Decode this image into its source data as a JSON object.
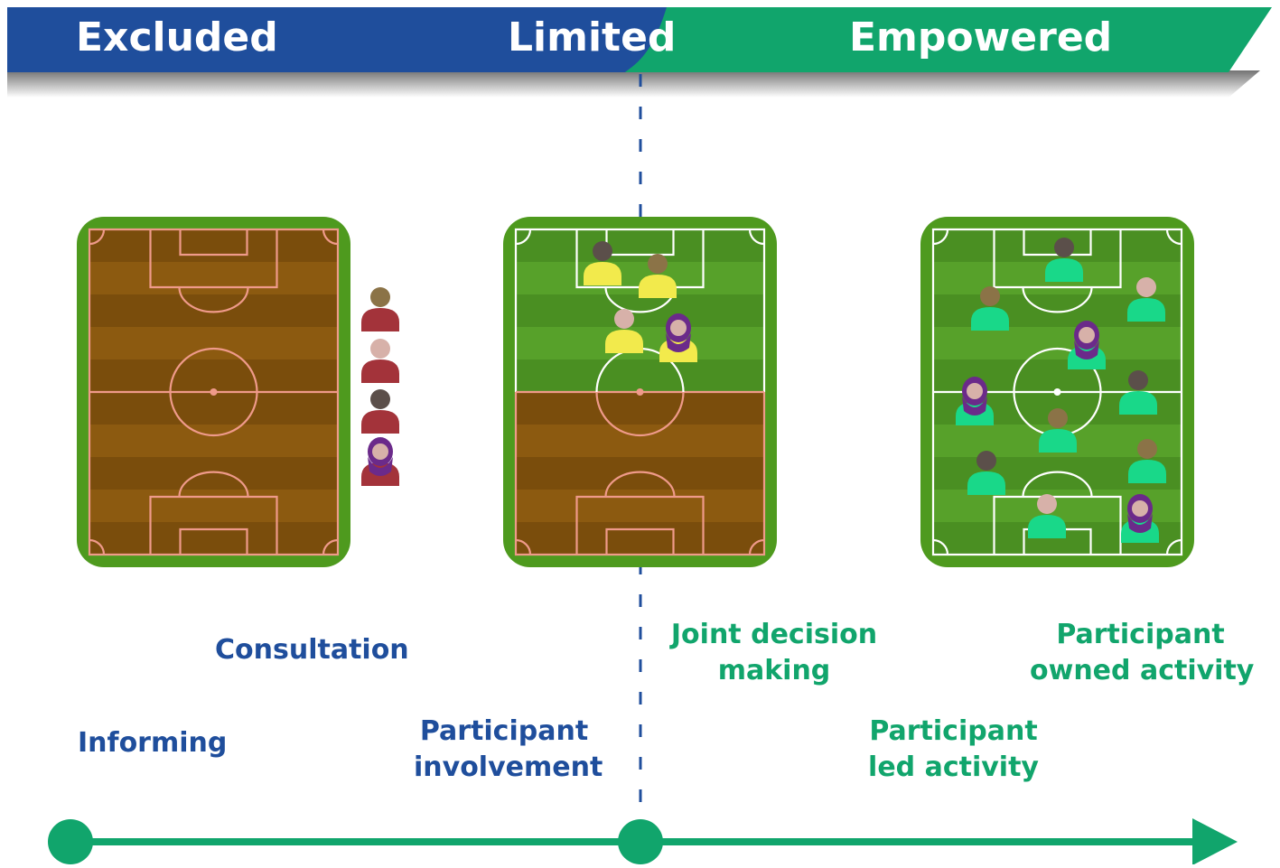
{
  "colors": {
    "blue": "#1f4e9c",
    "green": "#11a56c",
    "grass_light": "#57a12a",
    "grass_dark": "#4a8f22",
    "dirt_light": "#8c5a10",
    "dirt_dark": "#7a4d0c",
    "pitch_border": "#4e9a1e",
    "line_white": "#ffffff",
    "line_pink": "#ef9a8a",
    "shirt_red": "#a3333a",
    "shirt_yellow": "#f2ea4c",
    "shirt_green": "#19d889",
    "hijab_purple": "#6b2a8a"
  },
  "banner": {
    "excluded": "Excluded",
    "limited": "Limited",
    "empowered": "Empowered"
  },
  "labels": {
    "consultation": "Consultation",
    "informing": "Informing",
    "participant_involvement": [
      "Participant",
      "involvement"
    ],
    "joint_decision": [
      "Joint decision",
      "making"
    ],
    "participant_owned": [
      "Participant",
      "owned activity"
    ],
    "participant_led": [
      "Participant",
      "led activity"
    ]
  },
  "pitches": [
    {
      "id": "excluded-pitch",
      "top_half": "dirt",
      "bottom_half": "dirt",
      "players": [],
      "sideline_players": [
        {
          "skin": "#8b7347",
          "shirt": "red",
          "hijab": false
        },
        {
          "skin": "#d7b1a9",
          "shirt": "red",
          "hijab": false
        },
        {
          "skin": "#5b4f4a",
          "shirt": "red",
          "hijab": false
        },
        {
          "skin": "#d7b1a9",
          "shirt": "red",
          "hijab": true
        }
      ]
    },
    {
      "id": "limited-pitch",
      "top_half": "grass",
      "bottom_half": "dirt",
      "players": [
        {
          "skin": "#5b4f4a",
          "shirt": "yellow",
          "hijab": false
        },
        {
          "skin": "#8b7347",
          "shirt": "yellow",
          "hijab": false
        },
        {
          "skin": "#d7b1a9",
          "shirt": "yellow",
          "hijab": false
        },
        {
          "skin": "#d7b1a9",
          "shirt": "yellow",
          "hijab": true
        }
      ]
    },
    {
      "id": "empowered-pitch",
      "top_half": "grass",
      "bottom_half": "grass",
      "players": [
        {
          "skin": "#5b4f4a",
          "shirt": "green",
          "hijab": false
        },
        {
          "skin": "#8b7347",
          "shirt": "green",
          "hijab": false
        },
        {
          "skin": "#d7b1a9",
          "shirt": "green",
          "hijab": false
        },
        {
          "skin": "#d7b1a9",
          "shirt": "green",
          "hijab": true
        },
        {
          "skin": "#d7b1a9",
          "shirt": "green",
          "hijab": true
        },
        {
          "skin": "#5b4f4a",
          "shirt": "green",
          "hijab": false
        },
        {
          "skin": "#8b7347",
          "shirt": "green",
          "hijab": false
        },
        {
          "skin": "#5b4f4a",
          "shirt": "green",
          "hijab": false
        },
        {
          "skin": "#8b7347",
          "shirt": "green",
          "hijab": false
        },
        {
          "skin": "#d7b1a9",
          "shirt": "green",
          "hijab": false
        },
        {
          "skin": "#d7b1a9",
          "shirt": "green",
          "hijab": true
        }
      ]
    }
  ]
}
